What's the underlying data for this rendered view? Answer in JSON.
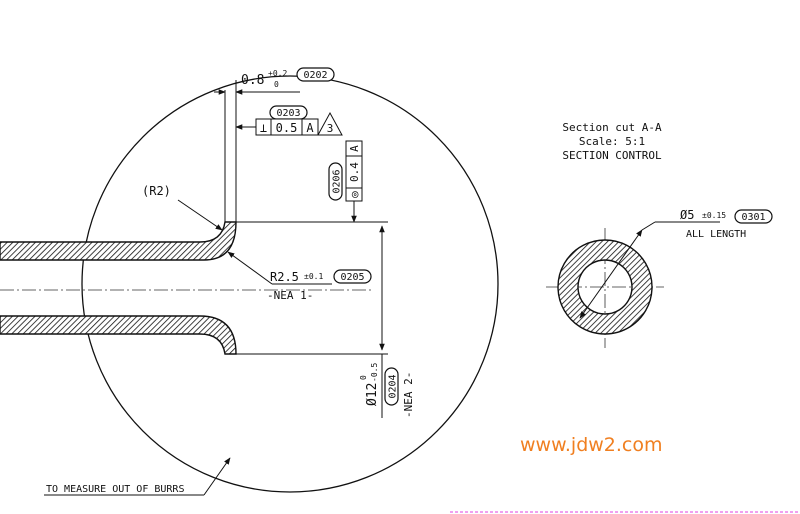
{
  "dims": {
    "wall": {
      "value": "0.8",
      "tol_upper": "+0.2",
      "tol_lower": "0",
      "balloon": "0202"
    },
    "perpendicularity": {
      "balloon": "0203",
      "symbol": "⊥",
      "tolerance": "0.5",
      "datum": "A",
      "note_triangle": "3"
    },
    "concentricity": {
      "balloon": "0206",
      "symbol": "◎",
      "tolerance": "0.4",
      "datum": "A"
    },
    "inner_radius": {
      "text": "(R2)"
    },
    "bend_radius": {
      "value": "R2.5",
      "tol": "±0.1",
      "balloon": "0205",
      "note": "-NEA 1-"
    },
    "outer_diameter": {
      "value": "Ø12",
      "tol_upper": "0",
      "tol_lower": "-0.5",
      "balloon": "0204",
      "note": "-NEA 2-"
    },
    "section_diameter": {
      "value": "Ø5",
      "tol": "±0.15",
      "balloon": "0301",
      "note": "ALL LENGTH"
    }
  },
  "section_title": {
    "line1": "Section cut A-A",
    "line2": "Scale:  5:1",
    "line3": "SECTION CONTROL"
  },
  "burr_note": "TO MEASURE OUT OF BURRS",
  "watermark": "www.jdw2.com",
  "colors": {
    "watermark": "#f07f20",
    "ink": "#111111"
  }
}
